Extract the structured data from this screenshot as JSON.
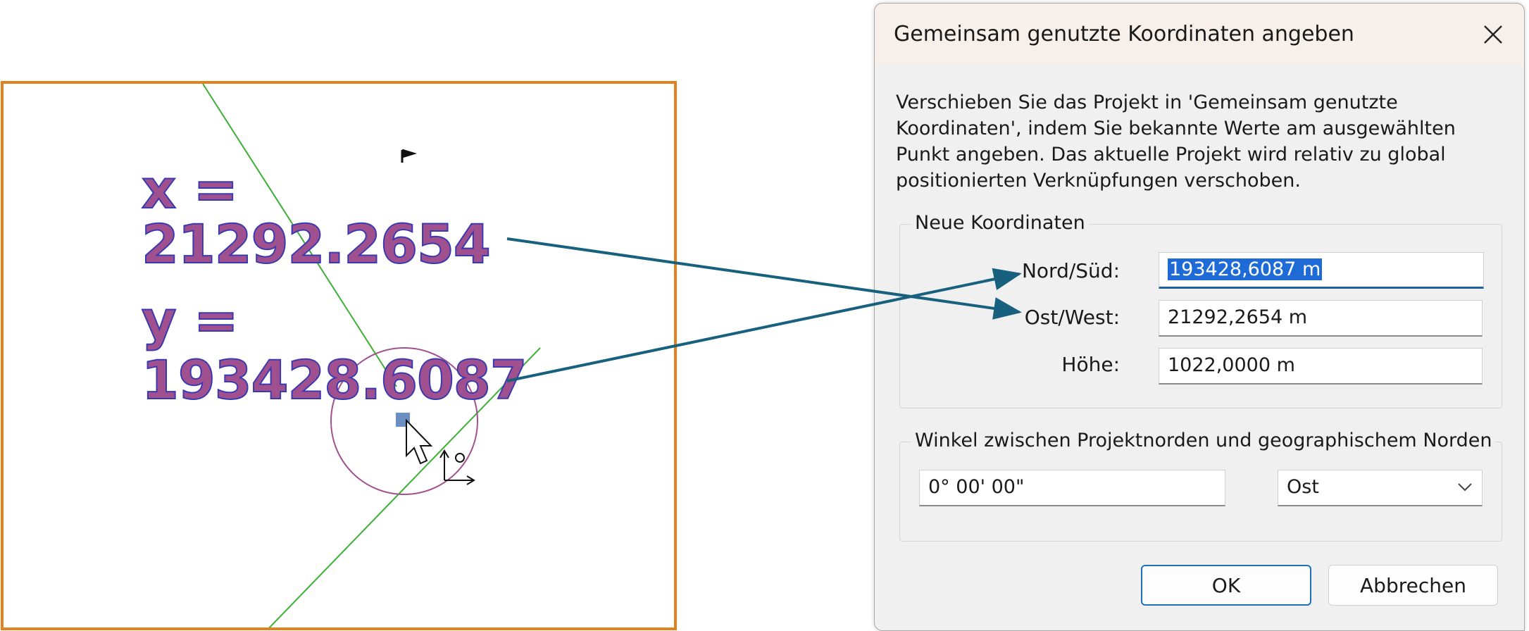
{
  "viewport": {
    "text_lines": [
      "x =",
      "21292.2654",
      "y =",
      "193428.6087"
    ]
  },
  "dialog": {
    "title": "Gemeinsam genutzte Koordinaten angeben",
    "description": "Verschieben Sie das Projekt in 'Gemeinsam genutzte Koordinaten', indem Sie bekannte Werte am ausgewählten Punkt angeben. Das aktuelle Projekt wird relativ zu global positionierten Verknüpfungen verschoben.",
    "new_coords": {
      "legend": "Neue Koordinaten",
      "fields": [
        {
          "label": "Nord/Süd:",
          "value": "193428,6087 m"
        },
        {
          "label": "Ost/West:",
          "value": "21292,2654 m"
        },
        {
          "label": "Höhe:",
          "value": "1022,0000 m"
        }
      ]
    },
    "angle": {
      "legend": "Winkel zwischen Projektnorden und geographischem Norden",
      "value": "0° 00' 00\"",
      "direction": "Ost"
    },
    "ok_label": "OK",
    "cancel_label": "Abbrechen"
  },
  "colors": {
    "viewport_border": "#e0821f",
    "coord_text": "#a0508e",
    "axis_line": "#3cb034",
    "callout_arrow": "#17617f",
    "focus_accent": "#1f5fa0"
  }
}
